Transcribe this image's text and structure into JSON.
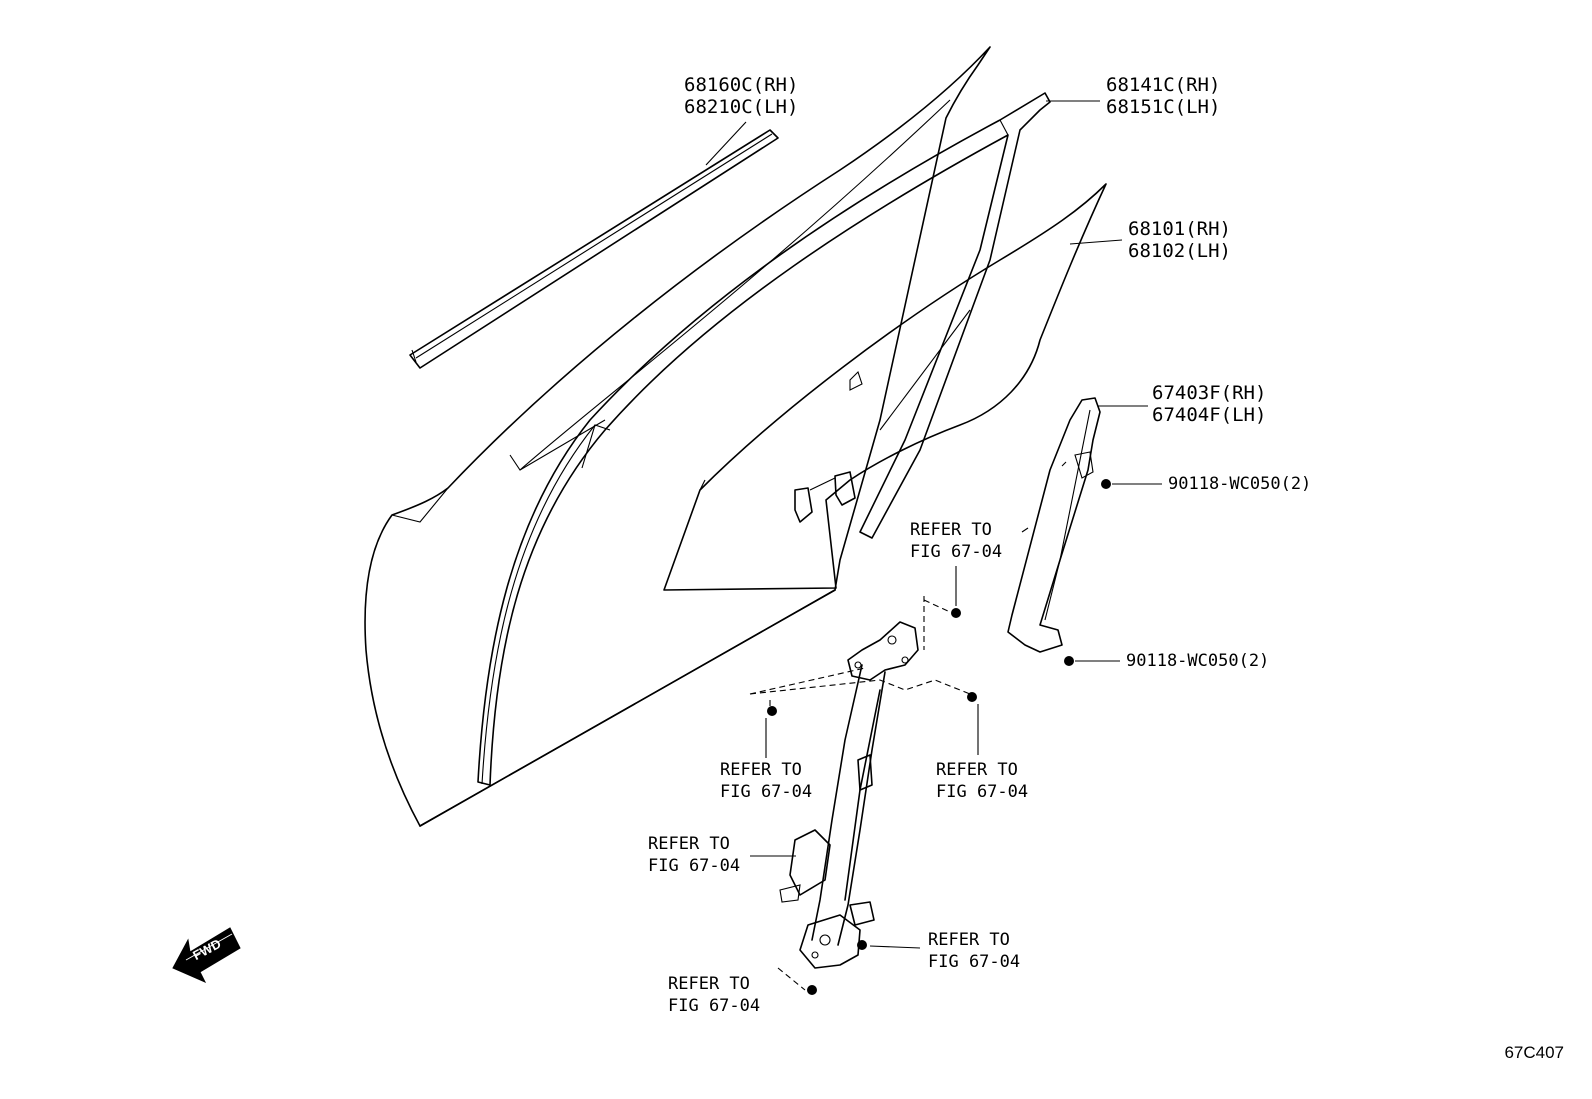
{
  "callouts": {
    "belt_moulding": {
      "rh": "68160C(RH)",
      "lh": "68210C(LH)"
    },
    "run_channel": {
      "rh": "68141C(RH)",
      "lh": "68151C(LH)"
    },
    "door_glass": {
      "rh": "68101(RH)",
      "lh": "68102(LH)"
    },
    "rear_guide": {
      "rh": "67403F(RH)",
      "lh": "67404F(LH)"
    },
    "bolt_upper": "90118-WC050(2)",
    "bolt_lower": "90118-WC050(2)"
  },
  "refers": [
    {
      "line1": "REFER TO",
      "line2": "FIG 67-04"
    },
    {
      "line1": "REFER TO",
      "line2": "FIG 67-04"
    },
    {
      "line1": "REFER TO",
      "line2": "FIG 67-04"
    },
    {
      "line1": "REFER TO",
      "line2": "FIG 67-04"
    },
    {
      "line1": "REFER TO",
      "line2": "FIG 67-04"
    },
    {
      "line1": "REFER TO",
      "line2": "FIG 67-04"
    }
  ],
  "fwd_arrow": {
    "label": "FWD",
    "icon": "arrow-left-icon"
  },
  "figure_code": "67C407"
}
